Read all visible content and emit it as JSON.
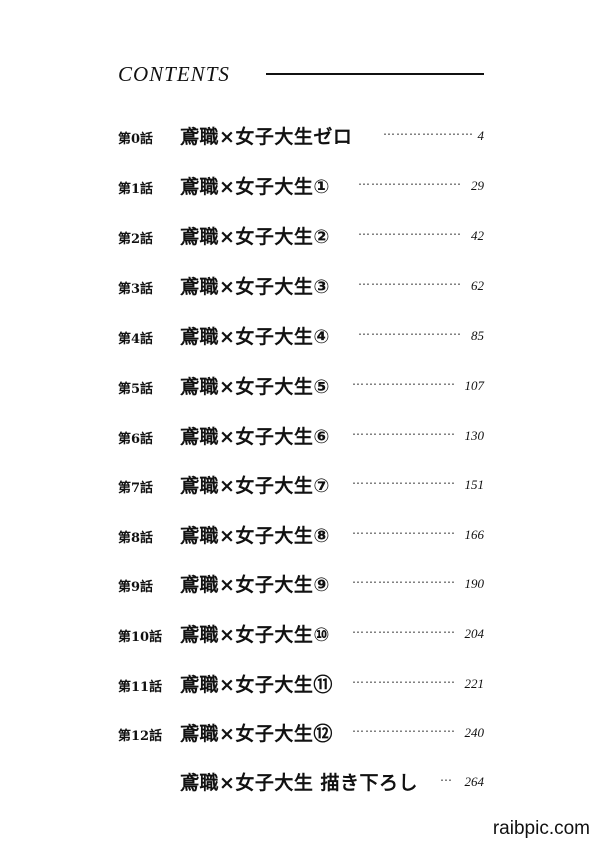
{
  "header": {
    "title": "CONTENTS"
  },
  "entries": [
    {
      "number": "第0話",
      "title": "鳶職×女子大生ゼロ",
      "dots": "……………………",
      "page": "4"
    },
    {
      "number": "第1話",
      "title": "鳶職×女子大生①",
      "dots": "……………………",
      "page": "29"
    },
    {
      "number": "第2話",
      "title": "鳶職×女子大生②",
      "dots": "……………………",
      "page": "42"
    },
    {
      "number": "第3話",
      "title": "鳶職×女子大生③",
      "dots": "……………………",
      "page": "62"
    },
    {
      "number": "第4話",
      "title": "鳶職×女子大生④",
      "dots": "……………………",
      "page": "85"
    },
    {
      "number": "第5話",
      "title": "鳶職×女子大生⑤",
      "dots": "……………………",
      "page": "107"
    },
    {
      "number": "第6話",
      "title": "鳶職×女子大生⑥",
      "dots": "……………………",
      "page": "130"
    },
    {
      "number": "第7話",
      "title": "鳶職×女子大生⑦",
      "dots": "……………………",
      "page": "151"
    },
    {
      "number": "第8話",
      "title": "鳶職×女子大生⑧",
      "dots": "……………………",
      "page": "166"
    },
    {
      "number": "第9話",
      "title": "鳶職×女子大生⑨",
      "dots": "……………………",
      "page": "190"
    },
    {
      "number": "第10話",
      "title": "鳶職×女子大生⑩",
      "dots": "……………………",
      "page": "204"
    },
    {
      "number": "第11話",
      "title": "鳶職×女子大生⑪",
      "dots": "……………………",
      "page": "221"
    },
    {
      "number": "第12話",
      "title": "鳶職×女子大生⑫",
      "dots": "……………………",
      "page": "240"
    },
    {
      "number": "",
      "title": "鳶職×女子大生 描き下ろし",
      "dots": "…",
      "page": "264"
    }
  ],
  "watermark": "raibpic.com"
}
